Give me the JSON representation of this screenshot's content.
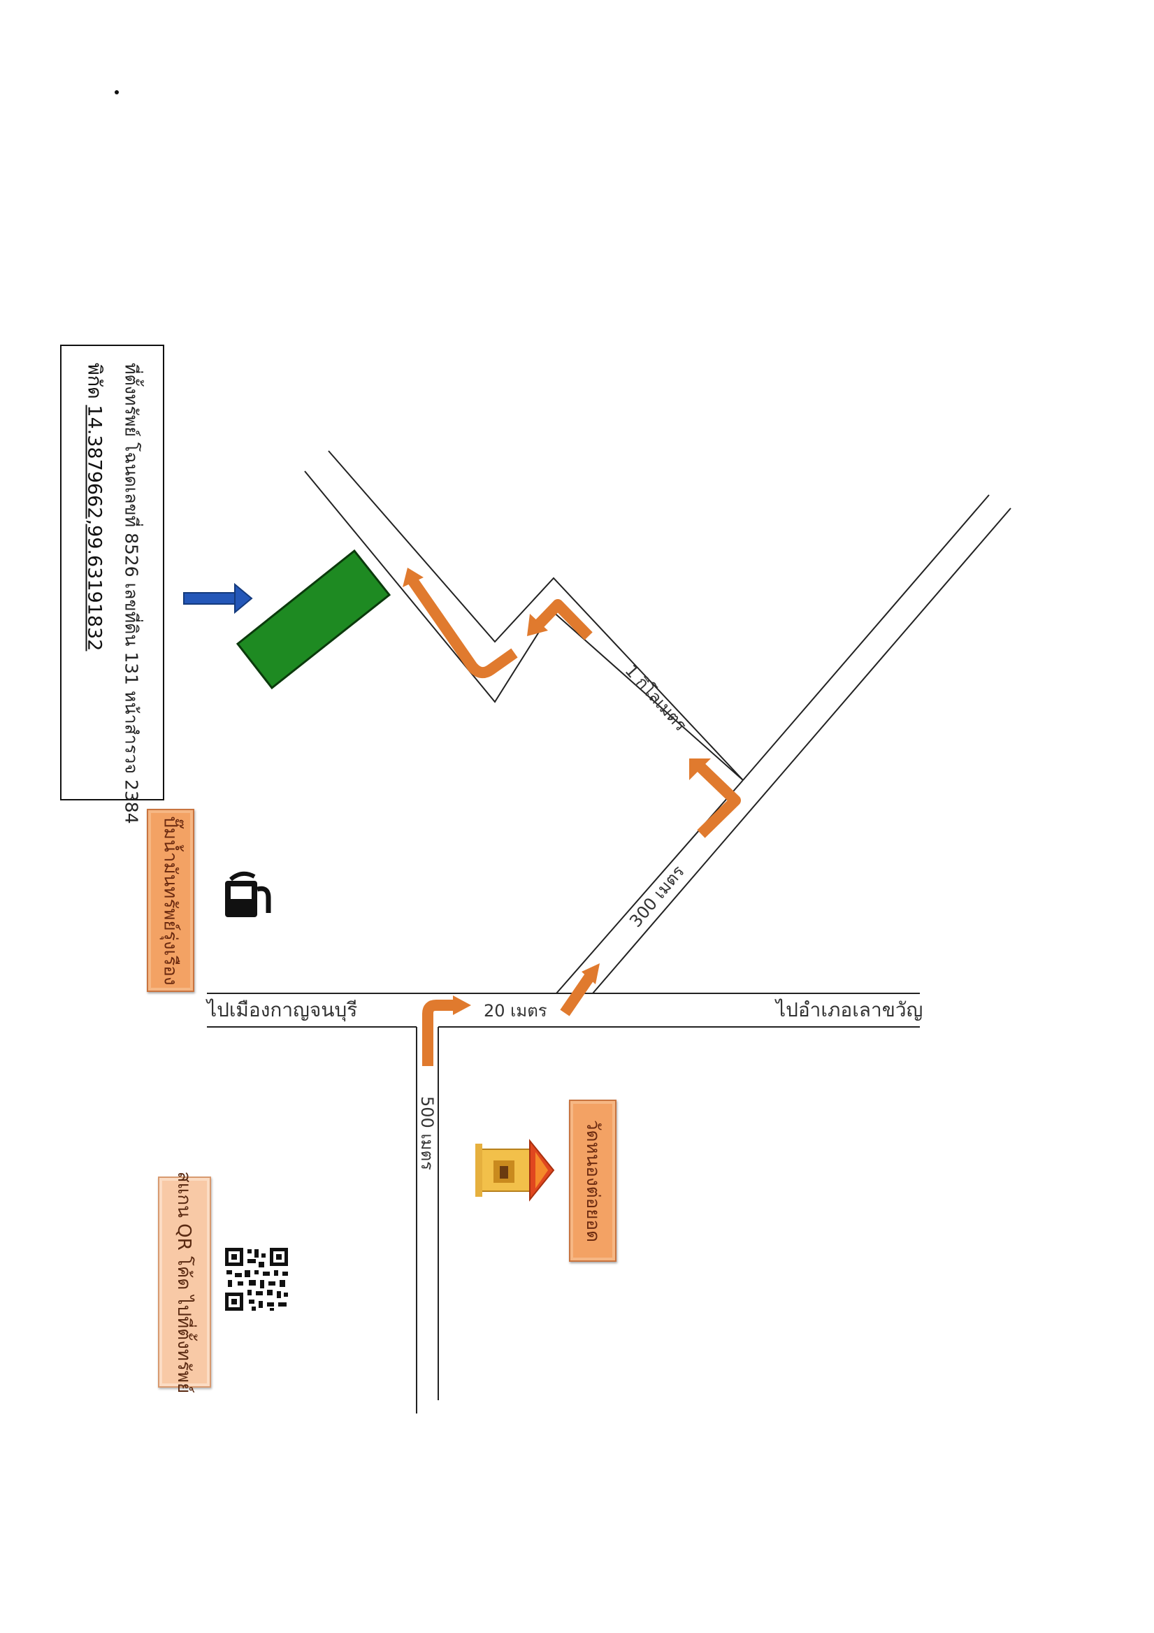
{
  "info_box": {
    "deed_text": "ที่ตั้งทรัพย์ โฉนดเลขที่ 8526 เลขที่ดิน 131 หน้าสำรวจ 2384",
    "coords_label": "พิกัด",
    "coords_value": "14.3879662,99.63191832"
  },
  "roads": {
    "to_kanchanaburi": "ไปเมืองกาญจนบุรี",
    "to_lao_khwan": "ไปอำเภอเลาขวัญ",
    "dist_20m": "20 เมตร",
    "dist_300m": "300 เมตร",
    "dist_500m": "500 เมตร",
    "dist_1km": "1 กิโลเมตร"
  },
  "landmarks": {
    "gas_station": "ปั๊มน้ำมันทรัพย์รุ่งเรือง",
    "temple": "วัดหนองต่อยอด",
    "qr_caption": "สแกน QR โค้ด ไปที่ตั้งทรัพย์"
  },
  "icons": [
    "fuel-pump-icon",
    "temple-icon",
    "qr-code-icon",
    "blue-arrow-icon"
  ],
  "colors": {
    "route_arrow": "#e07a2e",
    "plot": "#1e8a22",
    "pointer_arrow": "#2457b8",
    "plaque": "#f3a264"
  }
}
